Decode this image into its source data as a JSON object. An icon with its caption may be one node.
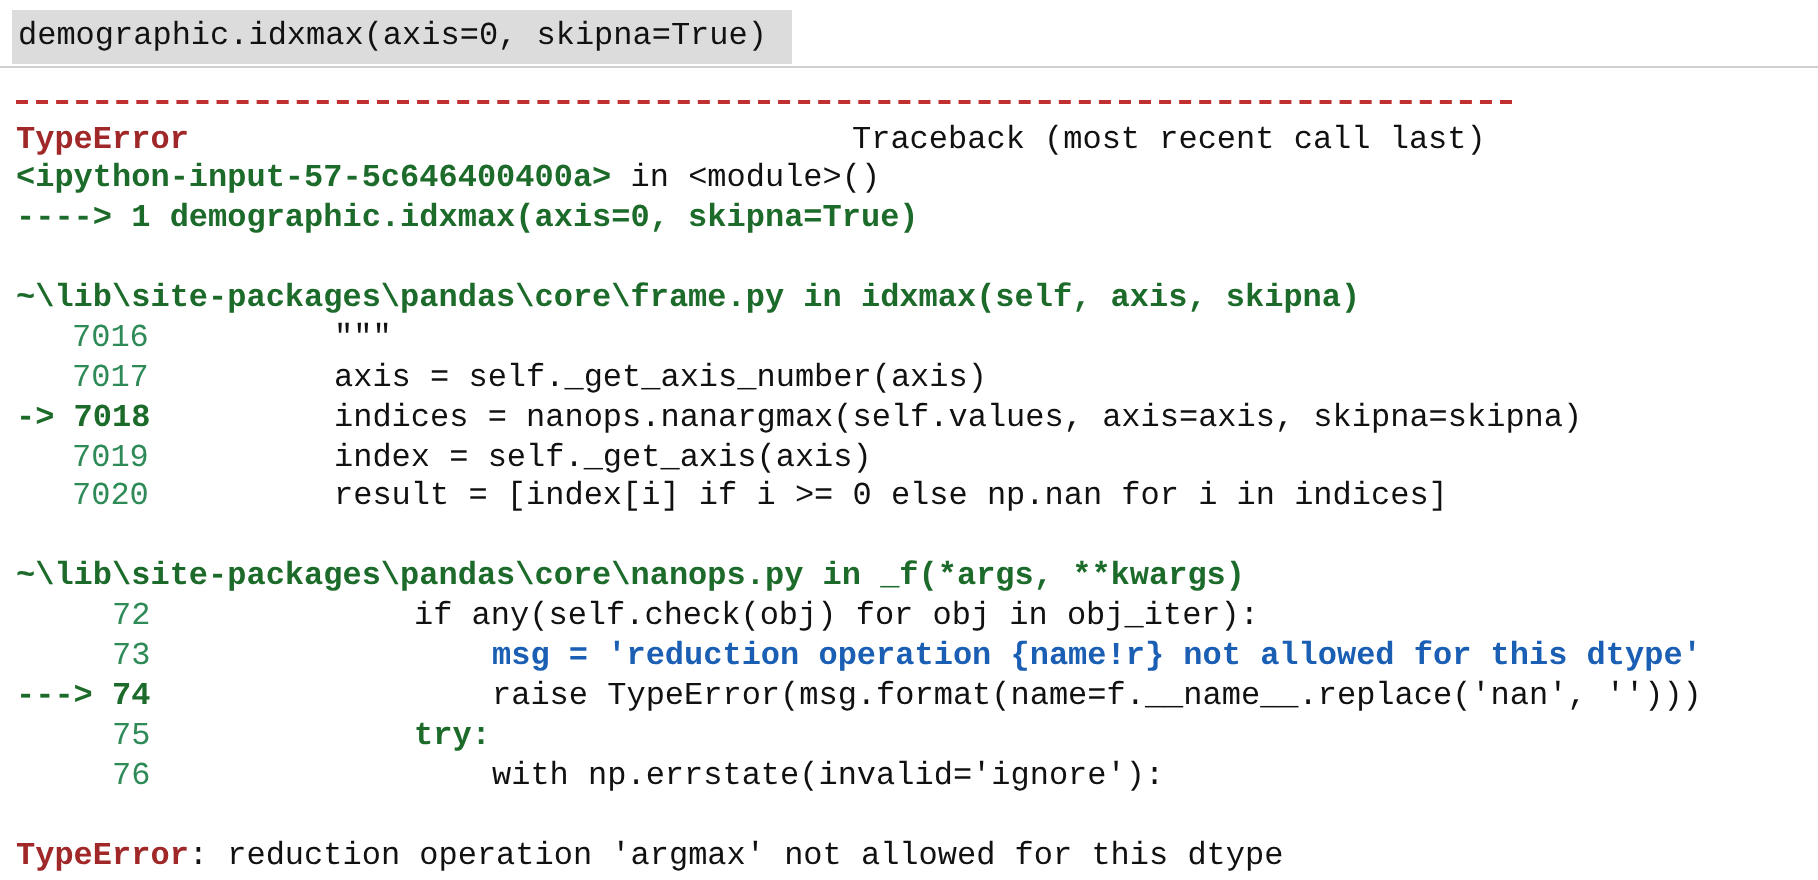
{
  "diagram": {
    "labels": [
      "demographic.idxmax(axis=0, skipna=True)",
      "TypeError",
      "Traceback (most recent call last)",
      "**<ipython-input-57-5c646400400a>** in <module>()",
      "----> 1 demographic.idxmax(axis=0, skipna=True)",
      "~\\lib\\site-packages\\pandas\\core\\frame.py in idxmax(self, axis, skipna)",
      "7016",
      "\"\"\"",
      "7017",
      "axis = self._get_axis_number(axis)",
      "-> 7018",
      "indices = nanops.nanargmax(self.values, axis=axis, skipna=skipna)",
      "7019",
      "index = self._get_axis(axis)",
      "7020",
      "result = [index[i] if i >= 0 else np.nan for i in indices]",
      "~\\lib\\site-packages\\pandas\\core\\nanops.py in _f(*args, **kwargs)",
      "72",
      "if any(self.check(obj) for obj in obj_iter):",
      "73",
      "msg = 'reduction operation {name!r} not allowed for this dtype'",
      "---> 74",
      "raise TypeError(msg.format(name=f.__name__.replace('nan', '')))",
      "75",
      "try:",
      "76",
      "with np.errstate(invalid='ignore'):",
      "**TypeError**: reduction operation 'argmax' not allowed for this dtype"
    ]
  }
}
